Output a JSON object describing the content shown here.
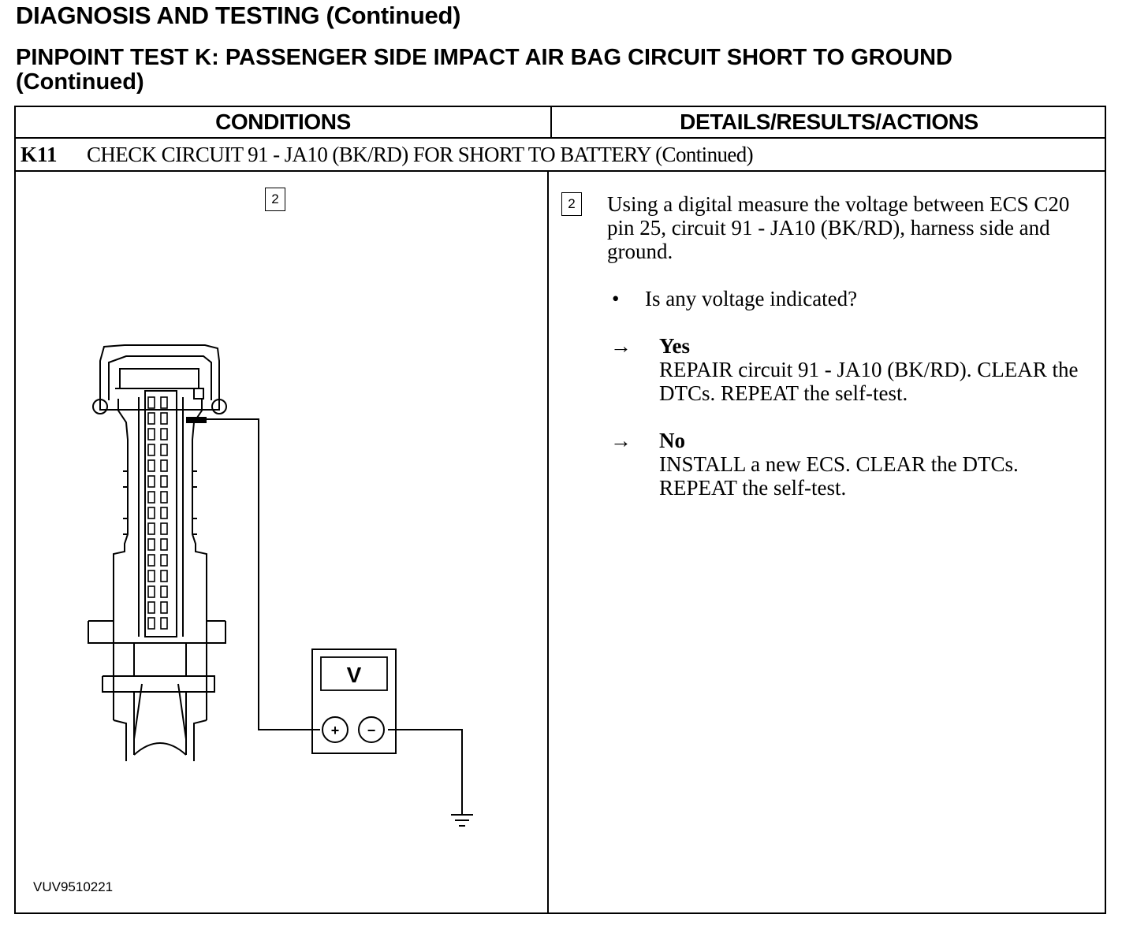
{
  "header": {
    "title": "DIAGNOSIS AND TESTING (Continued)",
    "subtitle_line1": "PINPOINT TEST K:  PASSENGER SIDE IMPACT AIR BAG CIRCUIT SHORT TO GROUND",
    "subtitle_line2": "(Continued)"
  },
  "table": {
    "col_conditions": "CONDITIONS",
    "col_actions": "DETAILS/RESULTS/ACTIONS",
    "step_id": "K11",
    "step_title": "CHECK CIRCUIT 91 - JA10 (BK/RD) FOR SHORT TO BATTERY (Continued)"
  },
  "conditions": {
    "step_number": "2",
    "meter_label": "V",
    "plus_symbol": "+",
    "minus_symbol": "−",
    "figure_id": "VUV9510221"
  },
  "actions": {
    "step_number": "2",
    "instruction": "Using a digital measure the voltage between ECS C20 pin 25, circuit 91 - JA10 (BK/RD), harness side and ground.",
    "bullet": "•",
    "question": "Is any voltage indicated?",
    "arrow": "→",
    "yes_label": "Yes",
    "yes_text": "REPAIR circuit 91 - JA10 (BK/RD). CLEAR the DTCs. REPEAT the self-test.",
    "no_label": "No",
    "no_text": "INSTALL a new ECS.  CLEAR the DTCs. REPEAT the self-test."
  }
}
